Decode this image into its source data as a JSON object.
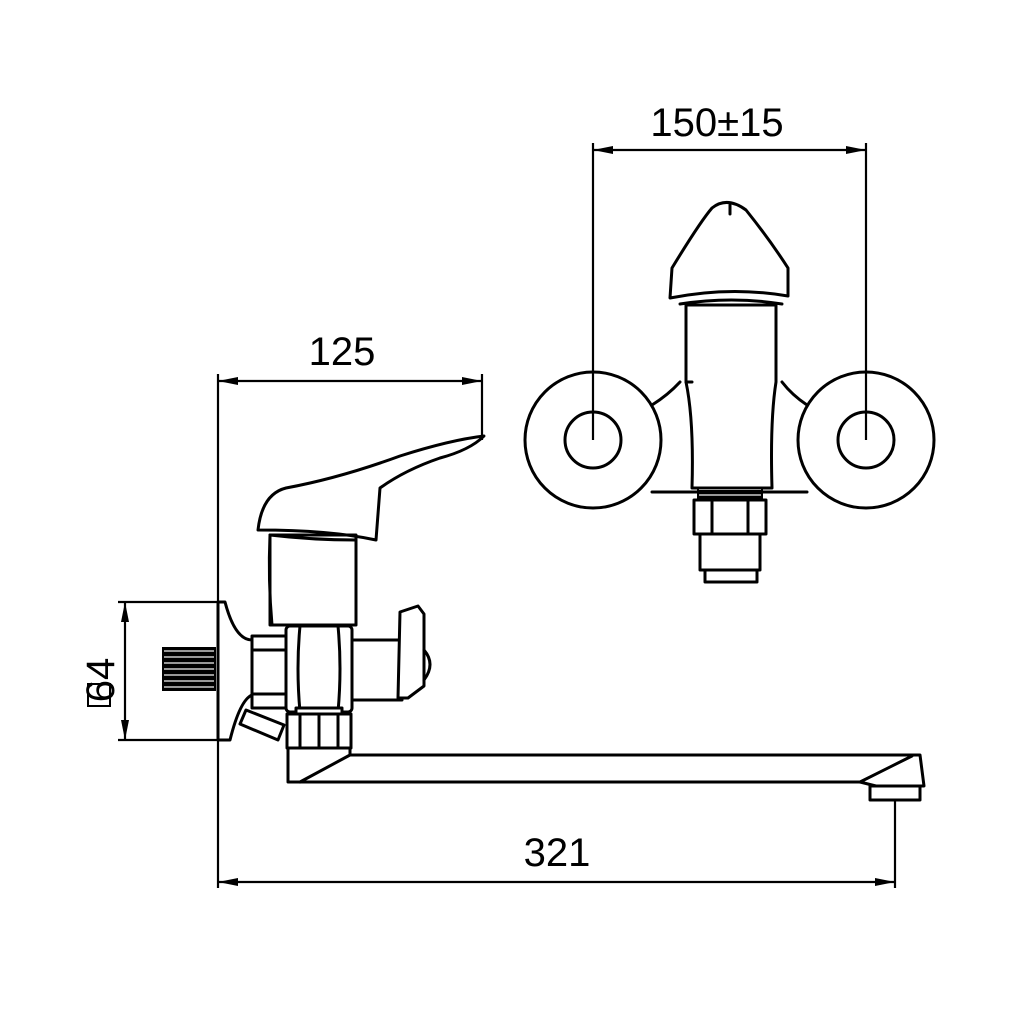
{
  "dimensions": {
    "top_width": "150±15",
    "handle_reach": "125",
    "total_length": "321",
    "flange_size": "64"
  }
}
